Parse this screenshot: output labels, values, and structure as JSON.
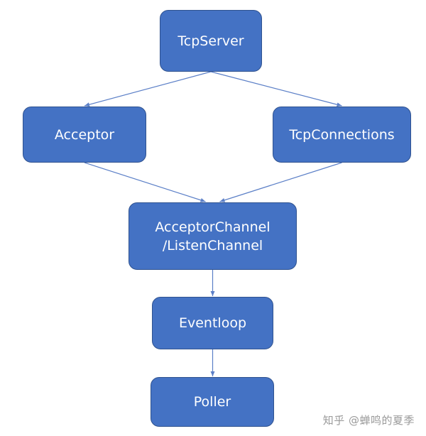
{
  "nodes": {
    "tcpserver": {
      "label": "TcpServer"
    },
    "acceptor": {
      "label": "Acceptor"
    },
    "tcpconnections": {
      "label": "TcpConnections"
    },
    "acceptorchannel": {
      "line1": "AcceptorChannel",
      "line2": "/ListenChannel"
    },
    "eventloop": {
      "label": "Eventloop"
    },
    "poller": {
      "label": "Poller"
    }
  },
  "edges": [
    {
      "from": "tcpserver",
      "to": "acceptor"
    },
    {
      "from": "tcpserver",
      "to": "tcpconnections"
    },
    {
      "from": "acceptor",
      "to": "acceptorchannel"
    },
    {
      "from": "tcpconnections",
      "to": "acceptorchannel"
    },
    {
      "from": "acceptorchannel",
      "to": "eventloop"
    },
    {
      "from": "eventloop",
      "to": "poller"
    }
  ],
  "colors": {
    "node_fill": "#4472c4",
    "node_border": "#2f528f",
    "node_text": "#ffffff",
    "edge": "#5b7fc7"
  },
  "watermark": "知乎 @蝉鸣的夏季"
}
